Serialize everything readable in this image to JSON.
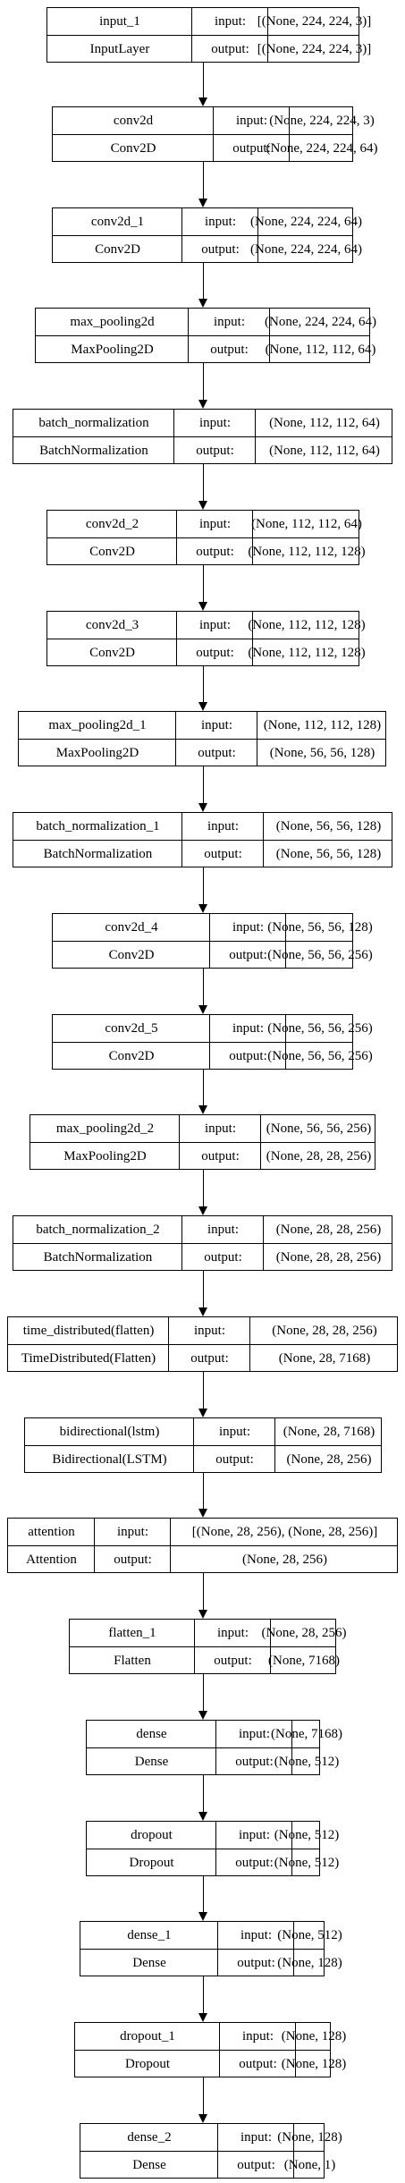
{
  "diagram": {
    "type": "keras-model-plot",
    "nodes": [
      {
        "id": "n0",
        "name": "input_1",
        "type": "InputLayer",
        "input": "[(None, 224, 224, 3)]",
        "output": "[(None, 224, 224, 3)]"
      },
      {
        "id": "n1",
        "name": "conv2d",
        "type": "Conv2D",
        "input": "(None, 224, 224, 3)",
        "output": "(None, 224, 224, 64)"
      },
      {
        "id": "n2",
        "name": "conv2d_1",
        "type": "Conv2D",
        "input": "(None, 224, 224, 64)",
        "output": "(None, 224, 224, 64)"
      },
      {
        "id": "n3",
        "name": "max_pooling2d",
        "type": "MaxPooling2D",
        "input": "(None, 224, 224, 64)",
        "output": "(None, 112, 112, 64)"
      },
      {
        "id": "n4",
        "name": "batch_normalization",
        "type": "BatchNormalization",
        "input": "(None, 112, 112, 64)",
        "output": "(None, 112, 112, 64)"
      },
      {
        "id": "n5",
        "name": "conv2d_2",
        "type": "Conv2D",
        "input": "(None, 112, 112, 64)",
        "output": "(None, 112, 112, 128)"
      },
      {
        "id": "n6",
        "name": "conv2d_3",
        "type": "Conv2D",
        "input": "(None, 112, 112, 128)",
        "output": "(None, 112, 112, 128)"
      },
      {
        "id": "n7",
        "name": "max_pooling2d_1",
        "type": "MaxPooling2D",
        "input": "(None, 112, 112, 128)",
        "output": "(None, 56, 56, 128)"
      },
      {
        "id": "n8",
        "name": "batch_normalization_1",
        "type": "BatchNormalization",
        "input": "(None, 56, 56, 128)",
        "output": "(None, 56, 56, 128)"
      },
      {
        "id": "n9",
        "name": "conv2d_4",
        "type": "Conv2D",
        "input": "(None, 56, 56, 128)",
        "output": "(None, 56, 56, 256)"
      },
      {
        "id": "n10",
        "name": "conv2d_5",
        "type": "Conv2D",
        "input": "(None, 56, 56, 256)",
        "output": "(None, 56, 56, 256)"
      },
      {
        "id": "n11",
        "name": "max_pooling2d_2",
        "type": "MaxPooling2D",
        "input": "(None, 56, 56, 256)",
        "output": "(None, 28, 28, 256)"
      },
      {
        "id": "n12",
        "name": "batch_normalization_2",
        "type": "BatchNormalization",
        "input": "(None, 28, 28, 256)",
        "output": "(None, 28, 28, 256)"
      },
      {
        "id": "n13",
        "name": "time_distributed(flatten)",
        "type": "TimeDistributed(Flatten)",
        "input": "(None, 28, 28, 256)",
        "output": "(None, 28, 7168)"
      },
      {
        "id": "n14",
        "name": "bidirectional(lstm)",
        "type": "Bidirectional(LSTM)",
        "input": "(None, 28, 7168)",
        "output": "(None, 28, 256)"
      },
      {
        "id": "n15",
        "name": "attention",
        "type": "Attention",
        "input": "[(None, 28, 256), (None, 28, 256)]",
        "output": "(None, 28, 256)"
      },
      {
        "id": "n16",
        "name": "flatten_1",
        "type": "Flatten",
        "input": "(None, 28, 256)",
        "output": "(None, 7168)"
      },
      {
        "id": "n17",
        "name": "dense",
        "type": "Dense",
        "input": "(None, 7168)",
        "output": "(None, 512)"
      },
      {
        "id": "n18",
        "name": "dropout",
        "type": "Dropout",
        "input": "(None, 512)",
        "output": "(None, 512)"
      },
      {
        "id": "n19",
        "name": "dense_1",
        "type": "Dense",
        "input": "(None, 512)",
        "output": "(None, 128)"
      },
      {
        "id": "n20",
        "name": "dropout_1",
        "type": "Dropout",
        "input": "(None, 128)",
        "output": "(None, 128)"
      },
      {
        "id": "n21",
        "name": "dense_2",
        "type": "Dense",
        "input": "(None, 128)",
        "output": "(None, 1)"
      }
    ],
    "edges": [
      [
        "n0",
        "n1"
      ],
      [
        "n1",
        "n2"
      ],
      [
        "n2",
        "n3"
      ],
      [
        "n3",
        "n4"
      ],
      [
        "n4",
        "n5"
      ],
      [
        "n5",
        "n6"
      ],
      [
        "n6",
        "n7"
      ],
      [
        "n7",
        "n8"
      ],
      [
        "n8",
        "n9"
      ],
      [
        "n9",
        "n10"
      ],
      [
        "n10",
        "n11"
      ],
      [
        "n11",
        "n12"
      ],
      [
        "n12",
        "n13"
      ],
      [
        "n13",
        "n14"
      ],
      [
        "n14",
        "n15"
      ],
      [
        "n15",
        "n16"
      ],
      [
        "n16",
        "n17"
      ],
      [
        "n17",
        "n18"
      ],
      [
        "n18",
        "n19"
      ],
      [
        "n19",
        "n20"
      ],
      [
        "n20",
        "n21"
      ]
    ],
    "labels": {
      "input": "input:",
      "output": "output:"
    }
  }
}
